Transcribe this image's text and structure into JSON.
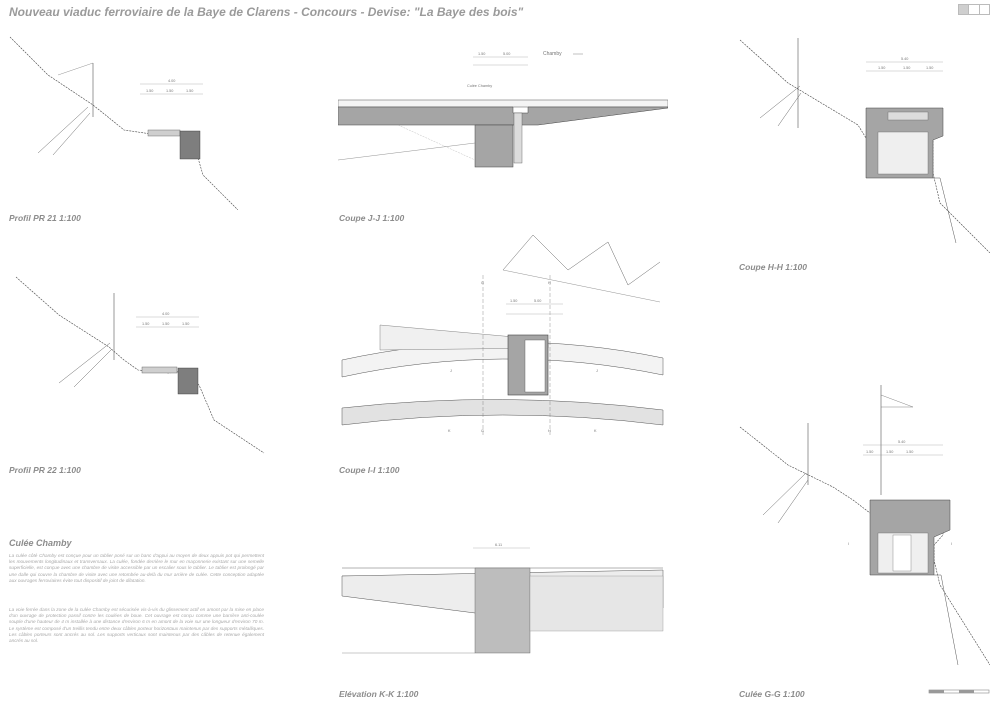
{
  "title": "Nouveau viaduc ferroviaire de la Baye de Clarens - Concours - Devise: \"La Baye des bois\"",
  "captions": {
    "pr21": "Profil PR 21 1:100",
    "jj": "Coupe J-J 1:100",
    "hh": "Coupe H-H 1:100",
    "pr22": "Profil PR 22 1:100",
    "ii": "Coupe I-I 1:100",
    "kk": "Elévation K-K 1:100",
    "gg": "Culée G-G 1:100"
  },
  "drawing_labels": {
    "chamby": "Chamby",
    "culee_chamby": "Culée Chamby",
    "dim_400": "4.00",
    "dim_150": "1.50",
    "dim_540": "5.40",
    "dim_500": "5.00",
    "dim_100": "1.00",
    "dim_611": "6.11",
    "section_h": "H",
    "section_g": "G",
    "section_j": "J",
    "section_k": "K",
    "section_i": "I"
  },
  "section": {
    "heading": "Culée Chamby",
    "paragraphs": [
      "La culée côté Chamby est conçue pour un tablier posé sur un banc d'appui au moyen de deux appuis pot qui permettent les mouvements longitudinaux et transversaux. La culée, fondée derrière le mur en maçonnerie existant sur une semelle superficielle, est conçue avec une chambre de visite accessible par un escalier sous le tablier. Le tablier est prolongé par une dalle qui couvre la chambre de visite avec une retombée au-delà du mur arrière de culée. Cette conception adaptée aux ouvrages ferroviaires évite tout dispositif de joint de dilatation.",
      "La voie ferrée dans la zone de la culée Chamby est sécurisée vis-à-vis du glissement actif en amont par la mise en place d'un ouvrage de protection passif contre les coulées de boue. Cet ouvrage est conçu comme une barrière anti-coulée souple d'une hauteur de 4 m installée à une distance d'environ 6 m en amont de la voie sur une longueur d'environ 70 m. Le système est composé d'un treillis tendu entre deux câbles porteur horizontaux maintenus par des supports métalliques. Les câbles porteurs sont ancrés au sol. Les supports verticaux sont maintenus par des câbles de retenue également ancrés au sol."
    ]
  },
  "colors": {
    "section_fill": "#a3a3a3",
    "light_fill": "#d9d9d9",
    "line": "#555555"
  }
}
